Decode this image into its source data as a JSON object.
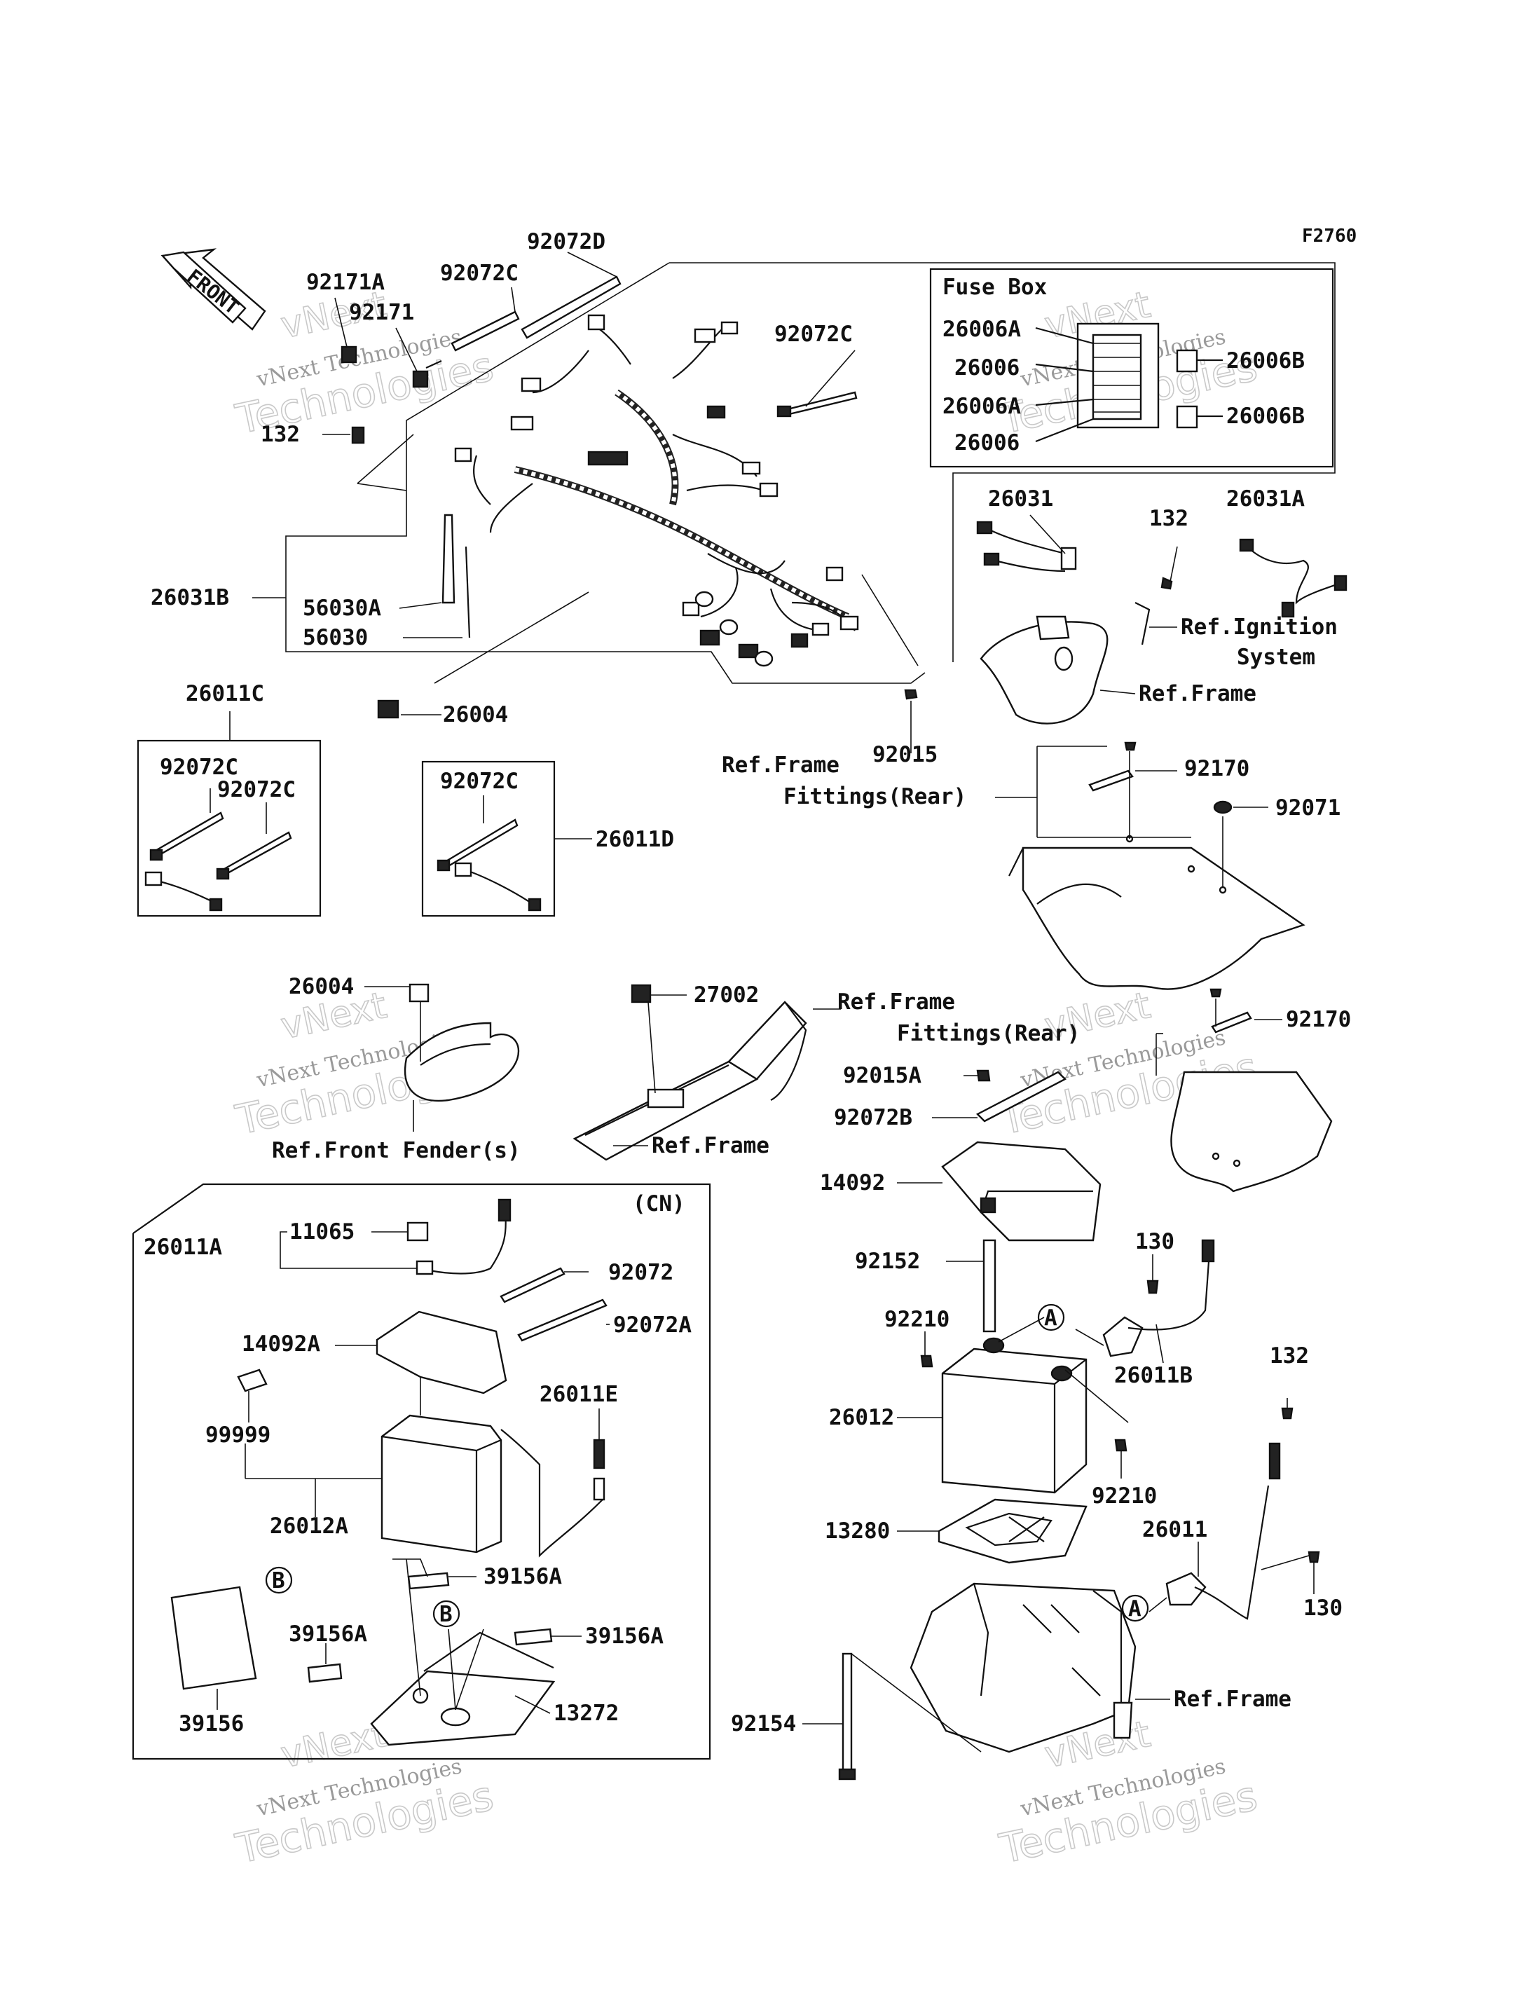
{
  "figure_code": "F2760",
  "front_arrow": "FRONT",
  "fuse_box": {
    "title": "Fuse Box",
    "labels": [
      "26006A",
      "26006",
      "26006A",
      "26006",
      "26006B",
      "26006B"
    ]
  },
  "cn_box_label": "(CN)",
  "callouts": {
    "c_92072D": "92072D",
    "c_92072C_top": "92072C",
    "c_92171A": "92171A",
    "c_92171": "92171",
    "c_92072C_mid": "92072C",
    "c_132_top": "132",
    "c_26031B": "26031B",
    "c_56030A": "56030A",
    "c_56030": "56030",
    "c_26004_top": "26004",
    "c_92015": "92015",
    "c_26031": "26031",
    "c_132_r": "132",
    "c_26031A": "26031A",
    "c_26011C": "26011C",
    "c_92072C_a": "92072C",
    "c_92072C_b": "92072C",
    "c_92072C_c": "92072C",
    "c_26011D": "26011D",
    "c_92170_a": "92170",
    "c_92071": "92071",
    "c_26004_mid": "26004",
    "c_27002": "27002",
    "c_92170_b": "92170",
    "c_92015A": "92015A",
    "c_92072B": "92072B",
    "c_14092": "14092",
    "c_92152": "92152",
    "c_130_a": "130",
    "c_92210_a": "92210",
    "c_A_1": "A",
    "c_26011B": "26011B",
    "c_132_b": "132",
    "c_26012": "26012",
    "c_92210_b": "92210",
    "c_13280": "13280",
    "c_26011": "26011",
    "c_A_2": "A",
    "c_130_b": "130",
    "c_92154": "92154",
    "c_26011A": "26011A",
    "c_11065": "11065",
    "c_92072": "92072",
    "c_92072A": "92072A",
    "c_14092A": "14092A",
    "c_26011E": "26011E",
    "c_99999": "99999",
    "c_26012A": "26012A",
    "c_B_1": "B",
    "c_39156A_a": "39156A",
    "c_B_2": "B",
    "c_39156A_b": "39156A",
    "c_39156A_c": "39156A",
    "c_39156": "39156",
    "c_13272": "13272"
  },
  "references": {
    "ref_ignition_1": "Ref.Ignition",
    "ref_ignition_2": "System",
    "ref_frame_1": "Ref.Frame",
    "ref_frame_fit_1a": "Ref.Frame",
    "ref_frame_fit_1b": "Fittings(Rear)",
    "ref_frame_fit_2a": "Ref.Frame",
    "ref_frame_fit_2b": "Fittings(Rear)",
    "ref_frame_2": "Ref.Frame",
    "ref_front_fender": "Ref.Front Fender(s)",
    "ref_frame_3": "Ref.Frame"
  },
  "watermark": {
    "line1": "vNext Technologies",
    "line2": "Technologies",
    "line3": "vNext"
  }
}
